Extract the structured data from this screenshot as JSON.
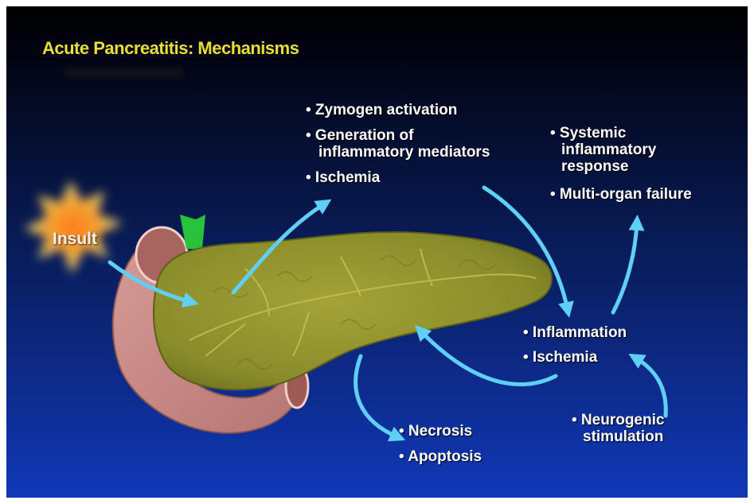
{
  "title": "Acute Pancreatitis: Mechanisms",
  "insult": "Insult",
  "labels": {
    "zymogen": "• Zymogen activation",
    "generation_l1": "• Generation of",
    "generation_l2": "inflammatory mediators",
    "ischemia_top": "• Ischemia",
    "systemic_l1": "• Systemic",
    "systemic_l2": "inflammatory",
    "systemic_l3": "response",
    "multi_organ": "• Multi-organ failure",
    "inflammation": "• Inflammation",
    "ischemia_mid": "• Ischemia",
    "neurogenic_l1": "• Neurogenic",
    "neurogenic_l2": "stimulation",
    "necrosis": "• Necrosis",
    "apoptosis": "• Apoptosis"
  },
  "colors": {
    "title": "#e8df3a",
    "arrow": "#5fd0f5",
    "pancreas": "#9a9a32",
    "duodenum": "#c98c88",
    "insult_burst": "#f5b03a"
  }
}
